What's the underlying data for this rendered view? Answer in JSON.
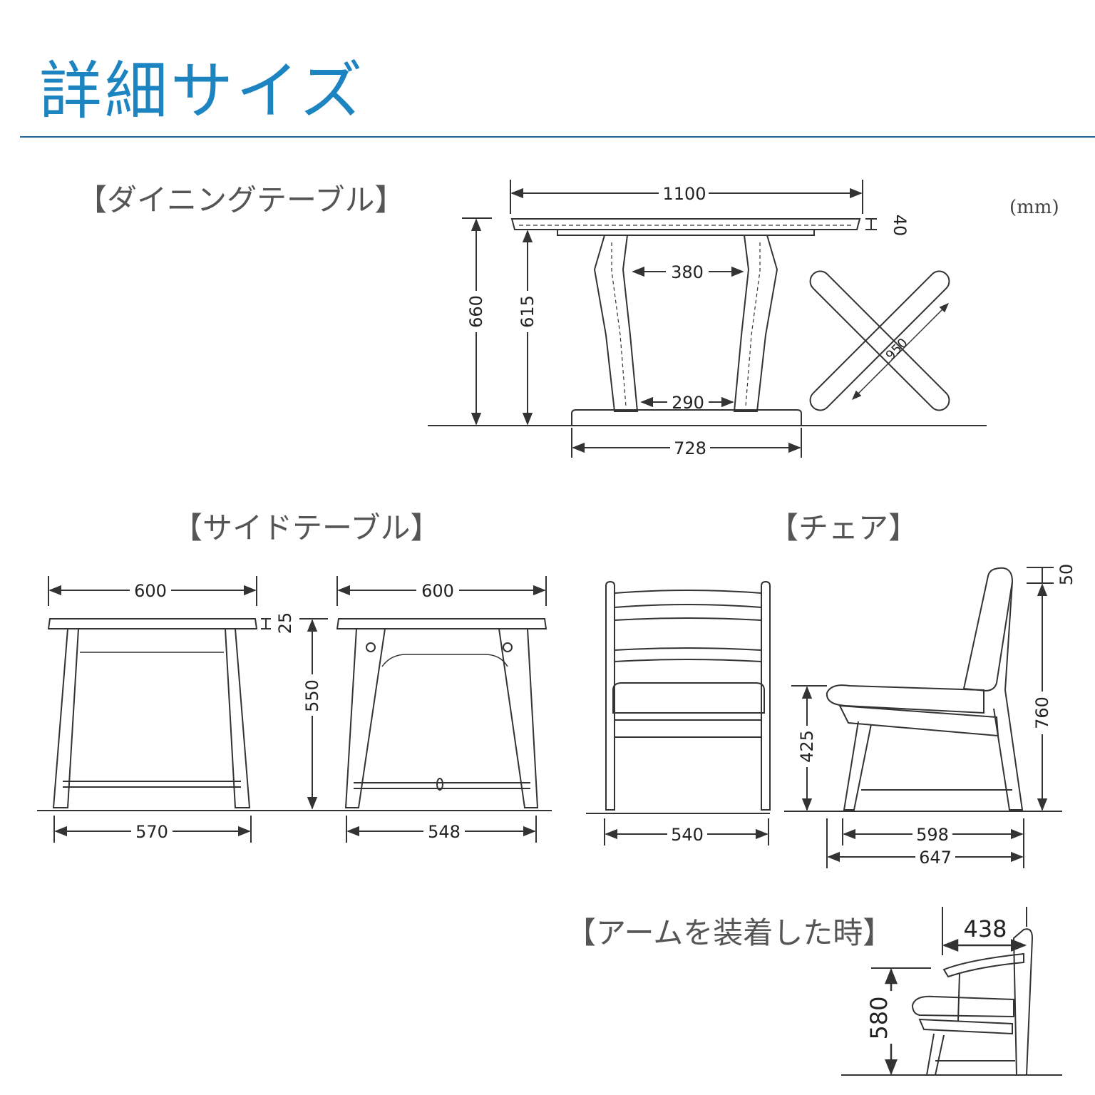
{
  "title": "詳細サイズ",
  "unit": "(mm)",
  "sections": {
    "dining_table": "【ダイニングテーブル】",
    "side_table": "【サイドテーブル】",
    "chair": "【チェア】",
    "with_arm": "【アームを装着した時】"
  },
  "dims": {
    "dt_width": "1100",
    "dt_top": "40",
    "dt_height": "660",
    "dt_inner": "615",
    "dt_upper": "380",
    "dt_lower": "290",
    "dt_base": "728",
    "dt_diag": "950",
    "st_width_a": "600",
    "st_width_b": "600",
    "st_top": "25",
    "st_height": "550",
    "st_foot_a": "570",
    "st_foot_b": "548",
    "ch_back": "50",
    "ch_height": "760",
    "ch_seat": "425",
    "ch_front": "540",
    "ch_depth": "598",
    "ch_depth_total": "647",
    "arm_width": "438",
    "arm_height": "580"
  },
  "colors": {
    "title": "#1c84c0",
    "rule": "#1f6a96",
    "line": "#333333",
    "text": "#555555"
  }
}
